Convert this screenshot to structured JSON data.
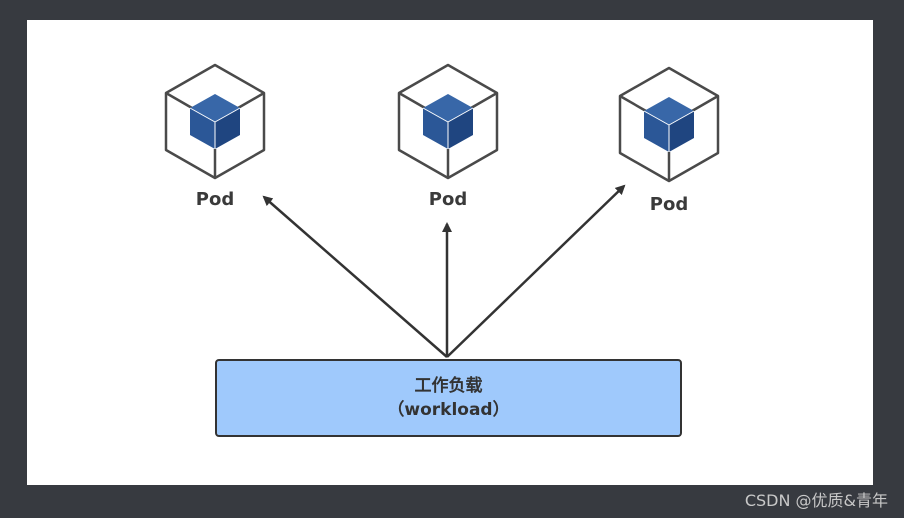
{
  "diagram": {
    "pods": [
      {
        "label": "Pod"
      },
      {
        "label": "Pod"
      },
      {
        "label": "Pod"
      }
    ],
    "workload": {
      "line1": "工作负载",
      "line2": "（workload）"
    },
    "colors": {
      "box_fill": "#9fc9fc",
      "cube_fill": "#2b5797",
      "outline": "#4a4a4a",
      "frame": "#373a40"
    },
    "icons": [
      "pod-cube-icon"
    ]
  },
  "watermark": "CSDN @优质&青年"
}
